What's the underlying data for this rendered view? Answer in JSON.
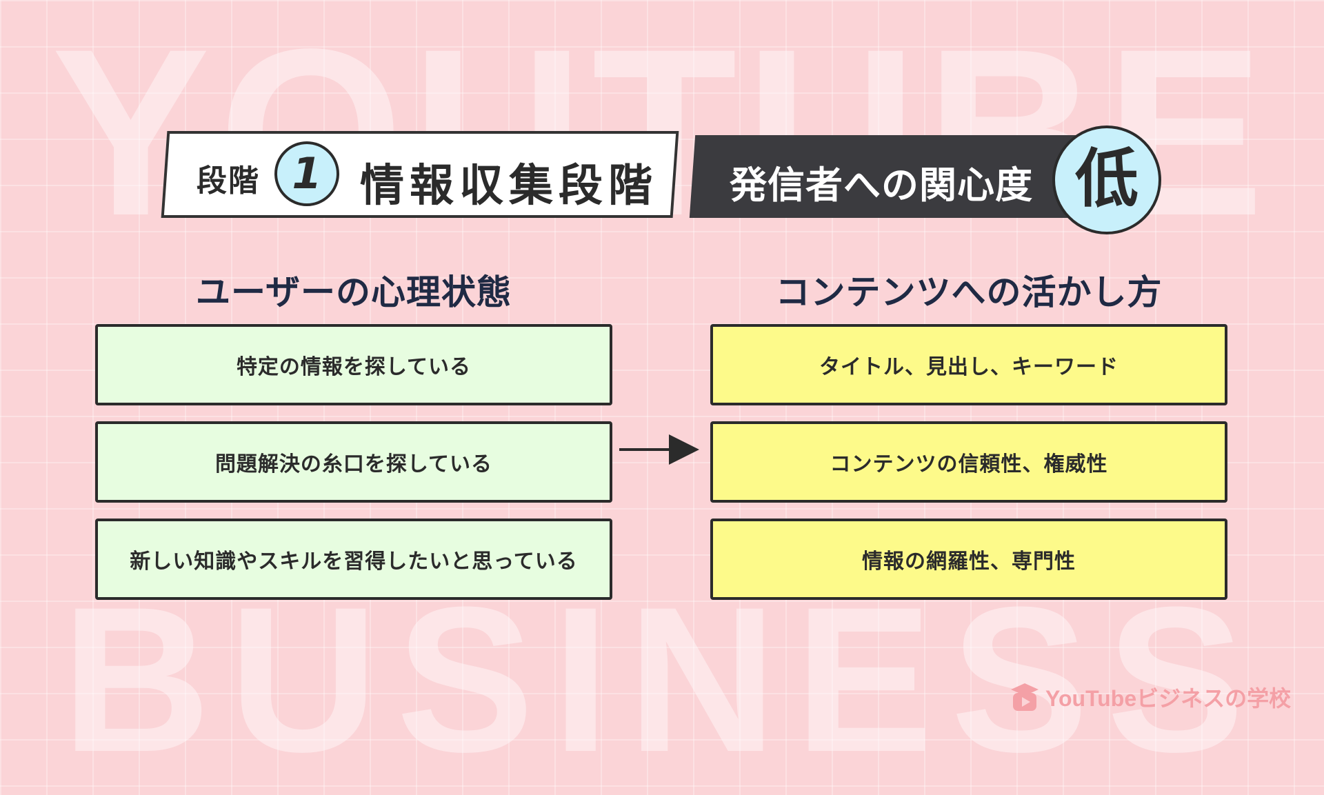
{
  "watermark": {
    "top": "YOUTUBE",
    "bottom": "BUSINESS"
  },
  "header": {
    "stage_label": "段階",
    "stage_number": "1",
    "stage_name": "情報収集段階",
    "interest_label": "発信者への関心度",
    "interest_level": "低"
  },
  "left_column": {
    "heading": "ユーザーの心理状態",
    "items": [
      "特定の情報を探している",
      "問題解決の糸口を探している",
      "新しい知識やスキルを習得したいと思っている"
    ]
  },
  "right_column": {
    "heading": "コンテンツへの活かし方",
    "items": [
      "タイトル、見出し、キーワード",
      "コンテンツの信頼性、権威性",
      "情報の網羅性、専門性"
    ]
  },
  "brand": {
    "name": "YouTubeビジネスの学校",
    "icon": "graduation-cap-play-icon"
  },
  "colors": {
    "background": "#fbd4d7",
    "left_box": "#e7fde0",
    "right_box": "#fdfa8a",
    "circle": "#c8f0fb",
    "dark_banner": "#3b3b3f",
    "heading_text": "#1f2a44",
    "logo": "#f4a0a6"
  }
}
